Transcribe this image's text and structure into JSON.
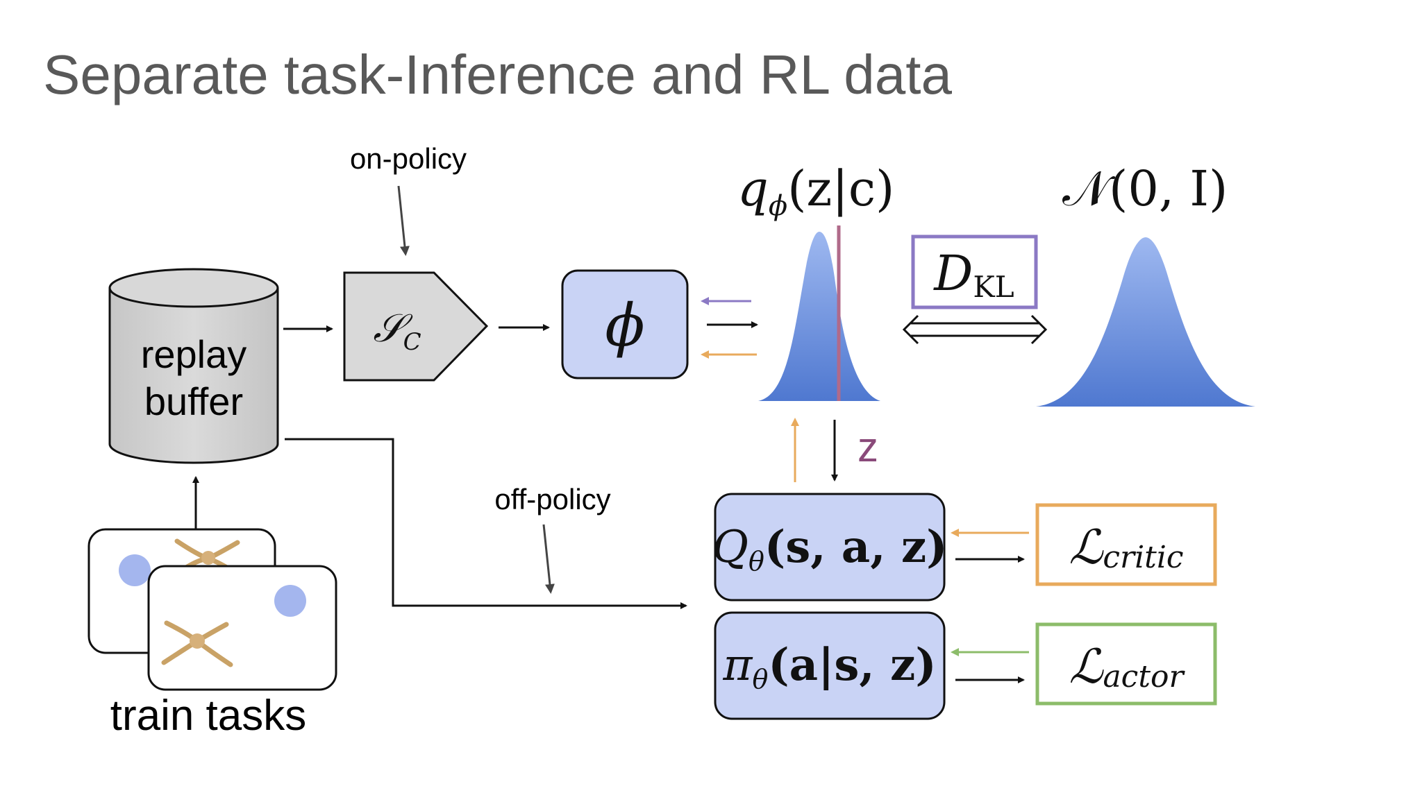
{
  "title": "Separate task-Inference and RL data",
  "labels": {
    "on_policy": "on-policy",
    "off_policy": "off-policy",
    "replay_line1": "replay",
    "replay_line2": "buffer",
    "train_tasks": "train tasks",
    "z_label": "z"
  },
  "math": {
    "sampler_S": "𝒮",
    "sampler_sub": "C",
    "phi": "ϕ",
    "posterior_q": "q",
    "posterior_sub": "ϕ",
    "posterior_args": "(z|c)",
    "prior": "𝒩(0, I)",
    "dkl_D": "D",
    "dkl_sub": "KL",
    "q_Q": "Q",
    "q_sub": "θ",
    "q_args": "(s, a, z)",
    "pi_pi": "π",
    "pi_sub": "θ",
    "pi_args": "(a|s, z)",
    "lcritic_L": "ℒ",
    "lcritic_sub": "critic",
    "lactor_L": "ℒ",
    "lactor_sub": "actor"
  },
  "colors": {
    "title": "#595959",
    "node_fill": "#c9d3f5",
    "gaussian": "#5b84d8",
    "dkl_border": "#8b79c4",
    "critic_border": "#e8aa5c",
    "actor_border": "#8cbc6a",
    "z_purple": "#8a4a7a",
    "sample_line": "#b06a8a",
    "arrow_purple": "#8b79c4",
    "arrow_orange": "#e8aa5c",
    "arrow_green": "#8cbc6a",
    "task_dot": "#a4b6ee"
  }
}
